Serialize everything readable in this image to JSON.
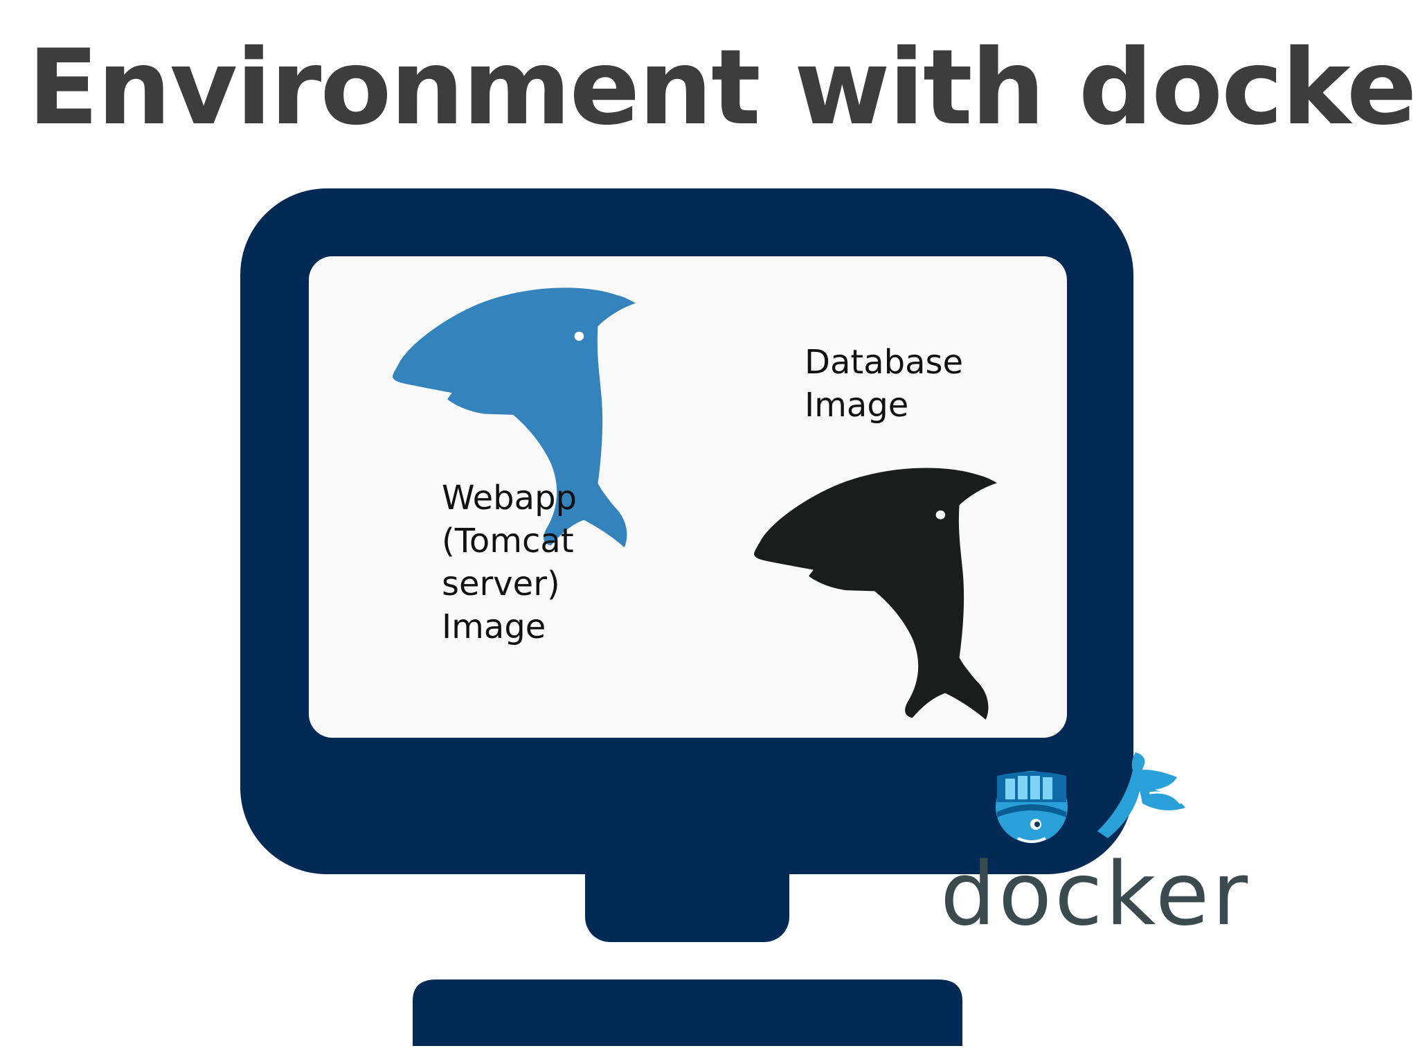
{
  "title": "Environment with docker",
  "labels": {
    "webapp": [
      "Webapp",
      "(Tomcat",
      "server)",
      "Image"
    ],
    "database": [
      "Database",
      "Image"
    ]
  },
  "docker_logo": {
    "wordmark": "docker"
  },
  "colors": {
    "title": "#3d3d3d",
    "monitor": "#032a55",
    "screen": "#fafafa",
    "webapp_dolphin": "#3483bc",
    "database_dolphin": "#1a1d1c",
    "docker_blue": "#2496ed",
    "docker_text": "#3a4a4f"
  },
  "icons": {
    "monitor": "monitor-icon",
    "webapp": "dolphin-icon",
    "database": "dolphin-icon",
    "docker": "docker-whale-icon"
  }
}
